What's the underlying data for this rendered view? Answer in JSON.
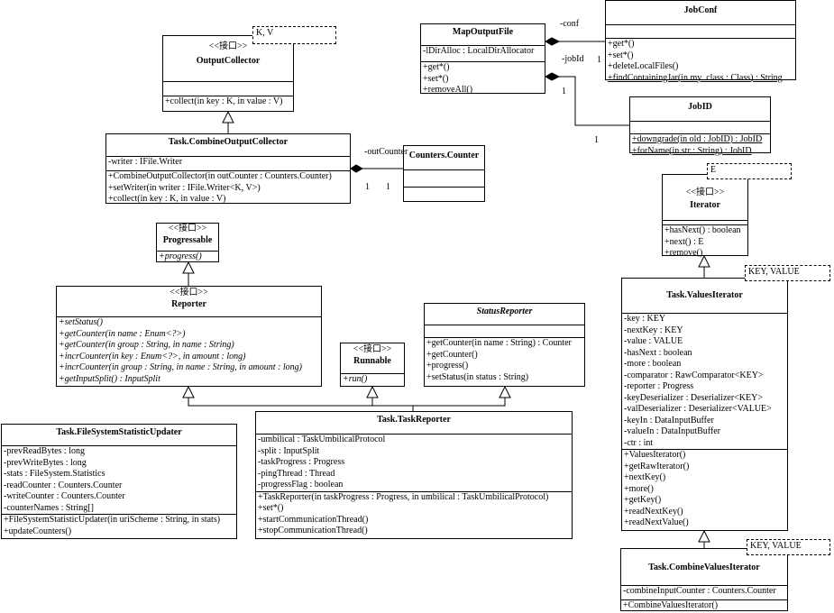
{
  "classes": {
    "output_collector": {
      "stereotype": "<<接口>>",
      "name": "OutputCollector",
      "type_params": "K, V",
      "operations": [
        "+collect(in key : K, in value : V)"
      ]
    },
    "combine_output_collector": {
      "name": "Task.CombineOutputCollector",
      "attributes": [
        "-writer : IFile.Writer"
      ],
      "operations": [
        "+CombineOutputCollector(in outCounter : Counters.Counter)",
        "+setWriter(in writer : IFile.Writer<K, V>)",
        "+collect(in key : K, in value : V)"
      ]
    },
    "counters_counter": {
      "name": "Counters.Counter"
    },
    "map_output_file": {
      "name": "MapOutputFile",
      "attributes": [
        "-lDirAlloc : LocalDirAllocator"
      ],
      "operations": [
        "+get*()",
        "+set*()",
        "+removeAll()"
      ]
    },
    "job_conf": {
      "name": "JobConf",
      "operations": [
        "+get*()",
        "+set*()",
        "+deleteLocalFiles()",
        "+findContainingJar(in my_class : Class) : String"
      ]
    },
    "job_id": {
      "name": "JobID",
      "operations": [
        "+downgrade(in old : JobID) : JobID",
        "+forName(in str : String) : JobID"
      ]
    },
    "iterator": {
      "stereotype": "<<接口>>",
      "name": "Iterator",
      "type_params": "E",
      "operations": [
        "+hasNext() : boolean",
        "+next() : E",
        "+remove()"
      ]
    },
    "progressable": {
      "stereotype": "<<接口>>",
      "name": "Progressable",
      "operations": [
        "+progress()"
      ]
    },
    "reporter": {
      "stereotype": "<<接口>>",
      "name": "Reporter",
      "operations": [
        "+setStatus()",
        "+getCounter(in name : Enum<?>)",
        "+getCounter(in group : String, in name : String)",
        "+incrCounter(in key : Enum<?>, in amount : long)",
        "+incrCounter(in group : String, in name : String, in amount : long)",
        "+getInputSplit() : InputSplit"
      ]
    },
    "runnable": {
      "stereotype": "<<接口>>",
      "name": "Runnable",
      "operations": [
        "+run()"
      ]
    },
    "status_reporter": {
      "name": "StatusReporter",
      "operations": [
        "+getCounter(in name : String) : Counter",
        "+getCounter()",
        "+progress()",
        "+setStatus(in status : String)"
      ]
    },
    "values_iterator": {
      "name": "Task.ValuesIterator",
      "type_params": "KEY, VALUE",
      "attributes": [
        "-key : KEY",
        "-nextKey : KEY",
        "-value : VALUE",
        "-hasNext : boolean",
        "-more : boolean",
        "-comparator : RawComparator<KEY>",
        "-reporter : Progress",
        "-keyDeserializer : Deserializer<KEY>",
        "-valDeserializer : Deserializer<VALUE>",
        "-keyIn : DataInputBuffer",
        "-valueIn : DataInputBuffer",
        "-ctr : int"
      ],
      "operations": [
        "+ValuesIterator()",
        "+getRawIterator()",
        "+nextKey()",
        "+more()",
        "+getKey()",
        "+readNextKey()",
        "+readNextValue()"
      ]
    },
    "fs_statistic_updater": {
      "name": "Task.FileSystemStatisticUpdater",
      "attributes": [
        "-prevReadBytes : long",
        "-prevWriteBytes : long",
        "-stats : FileSystem.Statistics",
        "-readCounter : Counters.Counter",
        "-writeCounter : Counters.Counter",
        "-counterNames : String[]"
      ],
      "operations": [
        "+FileSystemStatisticUpdater(in uriScheme : String, in stats)",
        "+updateCounters()"
      ]
    },
    "task_reporter": {
      "name": "Task.TaskReporter",
      "attributes": [
        "-umbilical : TaskUmbilicalProtocol",
        "-split : InputSplit",
        "-taskProgress : Progress",
        "-pingThread : Thread",
        "-progressFlag : boolean"
      ],
      "operations": [
        "+TaskReporter(in taskProgress : Progress, in umbilical : TaskUmbilicalProtocol)",
        "+set*()",
        "+startCommunicationThread()",
        "+stopCommunicationThread()"
      ]
    },
    "combine_values_iterator": {
      "name": "Task.CombineValuesIterator",
      "type_params": "KEY, VALUE",
      "attributes": [
        "-combineInputCounter : Counters.Counter"
      ],
      "operations": [
        "+CombineValuesIterator()"
      ]
    }
  },
  "labels": {
    "out_counter_role": "-outCounter",
    "out_counter_mult_a": "1",
    "out_counter_mult_b": "1",
    "conf_role": "-conf",
    "job_id_role": "-jobId",
    "job_conf_mult": "1",
    "job_id_mult_a": "1",
    "job_id_mult_b": "1"
  }
}
